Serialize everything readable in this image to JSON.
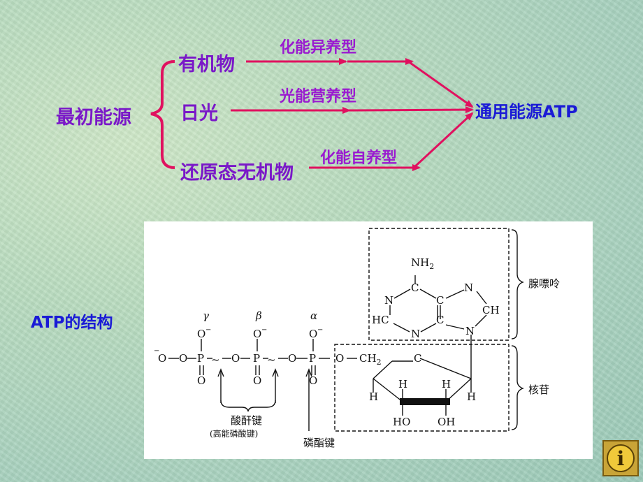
{
  "flow": {
    "source_label": "最初能源",
    "organic": "有机物",
    "sunlight": "日光",
    "inorganic": "还原态无机物",
    "type_chemo_hetero": "化能异养型",
    "type_photo": "光能营养型",
    "type_chemo_auto": "化能自养型",
    "target": "通用能源ATP"
  },
  "atp": {
    "title": "ATP的结构",
    "gamma": "γ",
    "beta": "β",
    "alpha": "α",
    "adenine": "腺嘌呤",
    "nucleoside": "核苷",
    "anhydride_bond": "酸酐键",
    "high_energy_bond": "(高能磷酸键)",
    "ester_bond": "磷酯键",
    "nh2": "NH",
    "nh2_sub": "2",
    "ch2": "CH",
    "ch2_sub": "2"
  },
  "colors": {
    "arrow": "#e0115f",
    "label_purple": "#7a18c8",
    "target_blue": "#1a1ad6"
  },
  "info_button": {
    "glyph": "i",
    "icon": "info-icon"
  }
}
